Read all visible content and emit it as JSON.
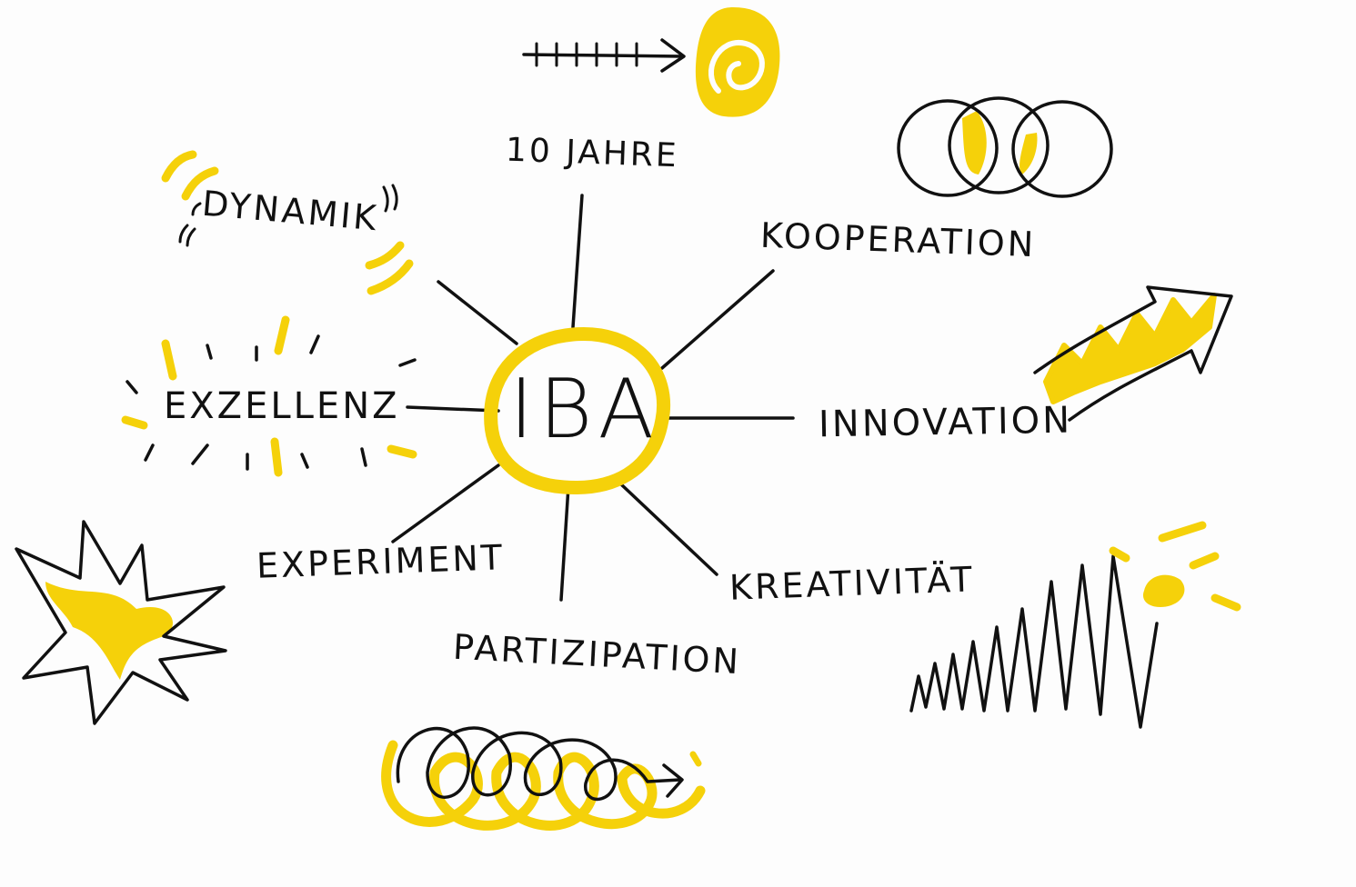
{
  "diagram": {
    "center": {
      "label": "IBA",
      "ring_color": "#f5d10a"
    },
    "nodes": [
      {
        "id": "10jahre",
        "label": "10 JAHRE",
        "icon": "time-arrow-spiral-icon"
      },
      {
        "id": "kooperation",
        "label": "KOOPERATION",
        "icon": "overlapping-circles-icon"
      },
      {
        "id": "innovation",
        "label": "INNOVATION",
        "icon": "rising-arrow-icon"
      },
      {
        "id": "kreativitat",
        "label": "KREATIVITÄT",
        "icon": "zigzag-spark-icon"
      },
      {
        "id": "partizipation",
        "label": "PARTIZIPATION",
        "icon": "loop-spiral-icon"
      },
      {
        "id": "experiment",
        "label": "EXPERIMENT",
        "icon": "explosion-star-icon"
      },
      {
        "id": "exzellenz",
        "label": "EXZELLENZ",
        "icon": "radiating-lines-icon"
      },
      {
        "id": "dynamik",
        "label": "DYNAMIK",
        "icon": "motion-marks-icon"
      }
    ],
    "colors": {
      "ink": "#111111",
      "accent": "#f5d10a",
      "paper": "#fdfdfd"
    }
  }
}
